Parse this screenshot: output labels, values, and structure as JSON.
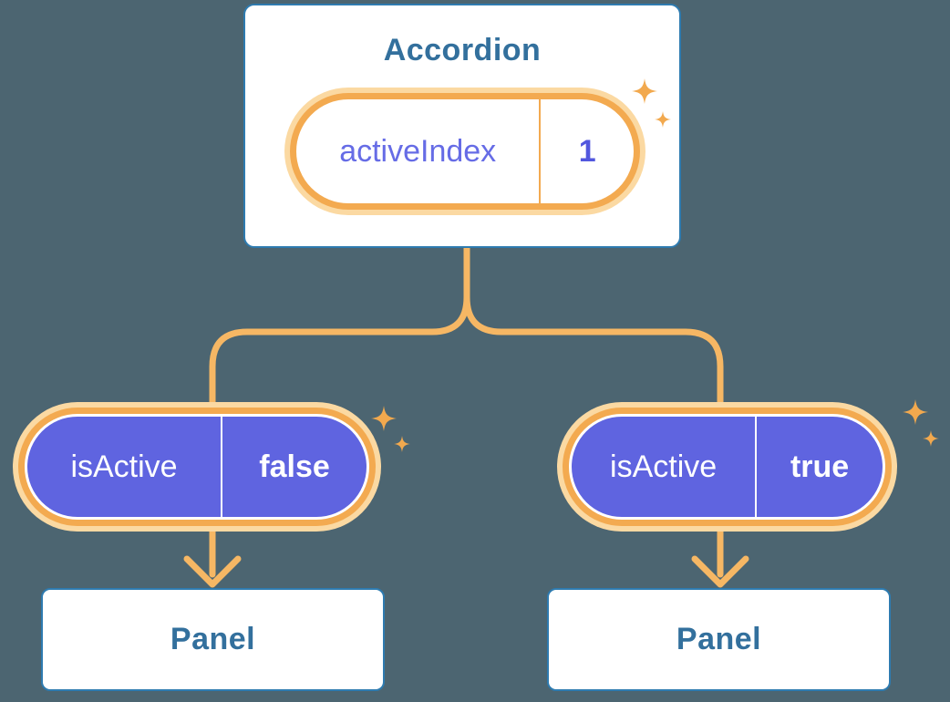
{
  "colors": {
    "bg": "#4C6571",
    "card_border": "#2E7BB0",
    "card_fill": "#FFFFFF",
    "heading_text": "#33709D",
    "pill_purple": "#5F64E0",
    "label_purple": "#666CE6",
    "value_purple": "#5257DE",
    "ring": "#F3AA50",
    "halo": "#FBD9A2",
    "line": "#F6B764",
    "sparkle": "#F2A94E"
  },
  "icons": {
    "sparkle": "four-point-star"
  },
  "diagram": {
    "accordion": {
      "title": "Accordion",
      "state": {
        "name": "activeIndex",
        "value": "1"
      }
    },
    "left_child": {
      "prop_name": "isActive",
      "prop_value": "false",
      "panel_label": "Panel"
    },
    "right_child": {
      "prop_name": "isActive",
      "prop_value": "true",
      "panel_label": "Panel"
    }
  }
}
